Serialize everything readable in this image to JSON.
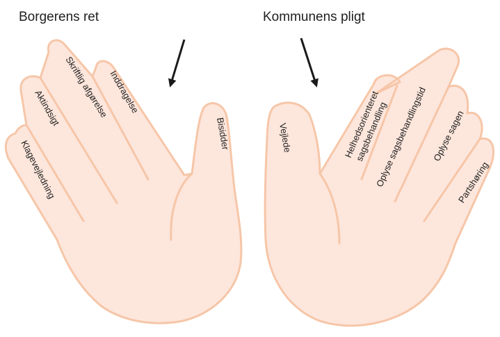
{
  "left_hand": {
    "title": "Borgerens ret",
    "fingers": {
      "f1": "Klagevejledning",
      "f2": "Aktindsigt",
      "f3": "Skriftlig afgørelse",
      "f4": "Inddragelse",
      "thumb": "Bisidder"
    }
  },
  "right_hand": {
    "title": "Kommunens pligt",
    "fingers": {
      "thumb": "Vejlede",
      "f1_line1": "Helhedsorienteret",
      "f1_line2": "sagsbehandling",
      "f2": "Oplyse sagsbehandlingstid",
      "f3": "Oplyse sagen",
      "f4": "Partshøring"
    }
  },
  "colors": {
    "hand_fill": "#fde6dc",
    "hand_outline": "#f6c6a8",
    "text": "#1f1f1f",
    "arrow": "#1a1a1a"
  },
  "icons": {
    "arrow_left": "arrow-down-right-icon",
    "arrow_right": "arrow-down-left-icon"
  }
}
